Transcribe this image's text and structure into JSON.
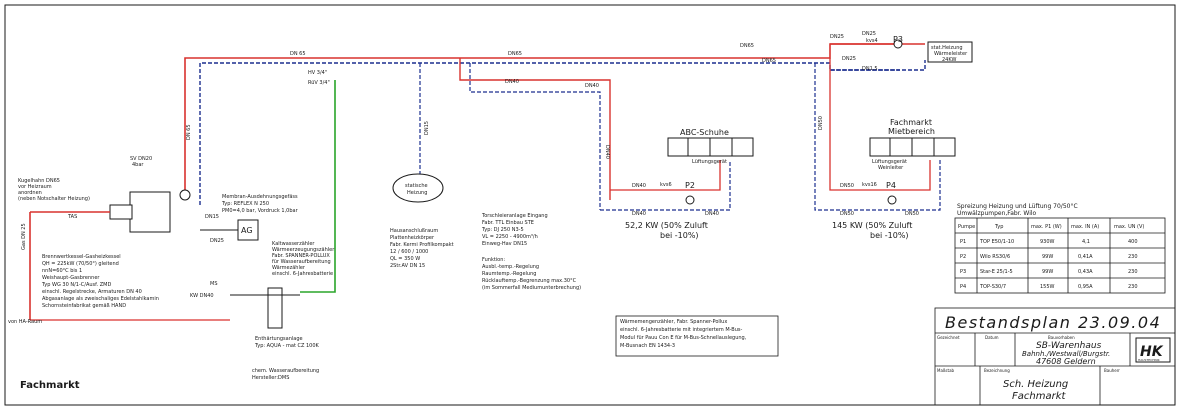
{
  "labels": {
    "dn65_main_left": "DN 65",
    "dn65_main_mid": "DN65",
    "dn65_supply_right": "DN65",
    "dn65_return_right": "DN65",
    "dn65_vertical": "DN 65",
    "dn25_top": "DN25",
    "dn25_top2": "DN25",
    "dn25_mid": "DN25",
    "kvs4": "kvs4",
    "p3": "P3",
    "dn1_5": "DN1,5",
    "stat_heizung_line1": "stat.Heizung",
    "stat_heizung_line2": "Wärmeleister",
    "stat_heizung_line3": "24KW",
    "hv": "HV 3/4\"",
    "rv": "RüV 3/4\"",
    "dn40_a": "DN40",
    "dn40_b": "DN40",
    "dn15_a": "DN15",
    "dn40_c": "DN40",
    "dn50_a": "DN50",
    "statische_heizung_1": "statische",
    "statische_heizung_2": "Heizung",
    "abc_schuhe": "ABC-Schuhe",
    "lueftungsgeraet_1": "Lüftungsgerät",
    "fachmarkt_mb_1": "Fachmarkt",
    "fachmarkt_mb_2": "Mietbereich",
    "lueftungsgeraet_2": "Lüftungsgerät",
    "lueftungsgeraet_2b": "Weinleiter",
    "kvs6_a": "kvs6",
    "p2": "P2",
    "kvs16": "kvs16",
    "p4": "P4",
    "dn40_d": "DN40",
    "dn40_e": "DN40",
    "dn40_f": "DN40",
    "dn50_b": "DN50",
    "dn50_c": "DN50",
    "dn50_d": "DN50",
    "kw52": "52,2 KW  (50% Zuluft",
    "kw52b": "bei -10%)",
    "kw145": "145 KW  (50% Zuluft",
    "kw145b": "bei -10%)",
    "sv_dn": "SV DN20",
    "sv_bar": "4bar",
    "dn15_left": "DN15",
    "dn25_bottom": "DN25",
    "ag": "AG",
    "membran_1": "Membran-Ausdehnungsgefäss",
    "membran_2": "Typ: REFLEX N 250",
    "membran_3": "PM0=4,0 bar, Vordruck 1,0bar",
    "kugelhahn_1": "Kugelhahn DN65",
    "kugelhahn_2": "vor Heizraum",
    "kugelhahn_3": "anordnen",
    "kugelhahn_4": "(neben Notschalter Heizung)",
    "gas_dn": "Gas DN 25",
    "tas": "TAS",
    "brenn_1": "Brennwertkessel-Gasheizkessel",
    "brenn_2": "QH = 225kW (70/50°) gleitend",
    "brenn_3": "nnN=60°C  bis 1",
    "brenn_4": "Weishaupt-Gasbrenner",
    "brenn_5": "Typ WG 30 N/1-C/Ausf. ZMD",
    "brenn_6": "einschl. Regelstrecke, Armaturen DN 40",
    "brenn_7": "Abgasanlage als zweischaliges Edelstahlkamin",
    "brenn_8": "Schornsteinfabrikat gemäß HAND",
    "von_ha": "von HA-Raum",
    "hausan_1": "Hausanschlußraum",
    "hausan_2": "Plattenheizkörper",
    "hausan_3": "Fabr. Kermi Profilkompakt",
    "hausan_4": "12 / 600 / 1000",
    "hausan_5": "QL = 350 W",
    "hausan_6": "2Str.AV DN 15",
    "tor_1": "Torschleieranlage Eingang",
    "tor_2": "Fabr. TTL Einbau STE",
    "tor_3": "Typ: DJ 250 N3-5",
    "tor_4": "VL = 2250 - 4900m³/h",
    "tor_5": "Einweg-Hav DN15",
    "funk_1": "Funktion:",
    "funk_2": "Ausbl.-temp.-Regelung",
    "funk_3": "Raumtemp.-Regelung",
    "funk_4": "Rücklauftemp.-Begrenzung max.30°C",
    "funk_5": "(im Sommerfall Mediumunterbrechung)",
    "kalt_1": "Kaltwasserzähler",
    "kalt_2": "Wärmeerzeugungszähler",
    "kalt_3": "Fabr. SPANNER-POLLUX",
    "kalt_4": "für Wasseraufbereitung",
    "kalt_5": "Wärmezähler",
    "kalt_6": "einschl. 6-Jahresbatterie",
    "kw_dn": "KW DN40",
    "ent_1": "Enthärtungsanlage",
    "ent_2": "Typ: AQUA - mat CZ 100K",
    "chem_1": "chem. Wasseraufbereitung",
    "chem_2": "Hersteller:DMS",
    "ms": "MS",
    "fachmarkt_bl": "Fachmarkt",
    "wz_1": "Wärmemengenzähler, Fabr. Spanner-Pollux",
    "wz_2": "einschl. 6-Jahresbatterie mit integriertem M-Bus-",
    "wz_3": "Modul für Pauu Con E für M-Bus-Schnellauslegung,",
    "wz_4": "M-Busnach EN 1434-3",
    "spreizung_1": "Spreizung Heizung und Lüftung 70/50°C",
    "spreizung_2": "Umwälzpumpen,Fabr. Wilo"
  },
  "pump_table": {
    "headers": [
      "Pumpe",
      "Typ",
      "max. P1 (W)",
      "max. IN (A)",
      "max. UN (V)"
    ],
    "rows": [
      [
        "P1",
        "TOP E50/1-10",
        "930W",
        "4,1",
        "400"
      ],
      [
        "P2",
        "Wilo RS30/6",
        "99W",
        "0,41A",
        "230"
      ],
      [
        "P3",
        "Star-E 25/1-5",
        "99W",
        "0,43A",
        "230"
      ],
      [
        "P4",
        "TOP-S30/7",
        "155W",
        "0,95A",
        "230"
      ]
    ]
  },
  "title_block": {
    "title": "Bestandsplan 23.09.04",
    "gezeichnet": "Gezeichnet",
    "datum": "Datum",
    "bauvorhaben": "Bauvorhaben",
    "project_1": "SB-Warenhaus",
    "project_2": "Bahnh./Westwall/Burgstr.",
    "project_3": "47608 Geldern",
    "massstab": "Maßstab",
    "bezeichnung": "Bezeichnung",
    "bauherr": "Bauherr",
    "description_1": "Sch. Heizung",
    "description_2": "Fachmarkt",
    "logo_letters": "HK",
    "logo_sub": "HAUSTECHNIK"
  },
  "colors": {
    "supply": "#d9322e",
    "return": "#1c2f8f",
    "cold_water": "#2aa52a",
    "ink": "#1a1a1a"
  }
}
